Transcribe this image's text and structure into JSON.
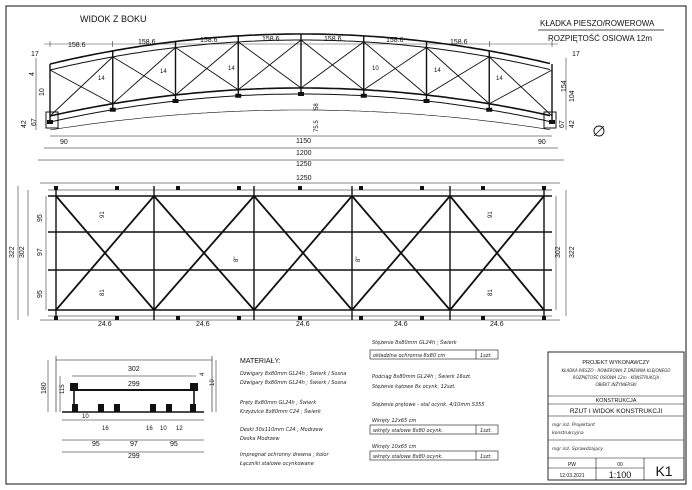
{
  "titles": {
    "side_view": "WIDOK Z BOKU",
    "project_name": "KŁADKA PIESZO/ROWEROWA",
    "span": "ROZPIĘTOŚĆ OSIOWA 12m"
  },
  "side_view": {
    "panel_dims": [
      "158.6",
      "158.6",
      "158.6",
      "158.6",
      "158.6",
      "158.6",
      "158.6"
    ],
    "end_small": "17",
    "left_heights": [
      "4",
      "10",
      "67",
      "42"
    ],
    "right_heights": [
      "154",
      "104",
      "67",
      "42"
    ],
    "diag_labels": [
      "14",
      "14",
      "14",
      "10",
      "14",
      "14"
    ],
    "center_labels": [
      "58",
      "75.5"
    ],
    "end_offset": "90",
    "overall_dims": [
      "1150",
      "1200",
      "1250"
    ]
  },
  "plan_view": {
    "top_dim": "1250",
    "panel_dims": [
      "24.6",
      "24.6",
      "24.6",
      "24.6",
      "24.6"
    ],
    "left_dims": [
      "95",
      "97",
      "95"
    ],
    "left_total": [
      "302",
      "322"
    ],
    "right_dims": [
      "302",
      "322"
    ],
    "diag_labels": [
      "91",
      "81",
      "8\"",
      "8\"",
      "91",
      "81"
    ]
  },
  "section": {
    "top_dims": [
      "302",
      "299"
    ],
    "left_heights": [
      "180",
      "115"
    ],
    "right_heights": [
      "4",
      "10"
    ],
    "inner_small": [
      "10",
      "16",
      "16",
      "10",
      "12"
    ],
    "bottom_dims": [
      "95",
      "97",
      "95",
      "299"
    ]
  },
  "materials": {
    "heading": "MATERIAŁY:",
    "lines": [
      "Dźwigary 8x80mm GL24h ; Świerk / Sosna",
      "Dźwigary 8x80mm GL24h ; Świerk / Sosna",
      "",
      "Pręty 8x80mm GL24h ; Świerk",
      "Krzyżulce 8x80mm C24 ; Świerk",
      "",
      "Deski 30x110mm C24 ; Modrzew",
      "Deska Modrzew",
      "",
      "Impregnat ochronny drewna ; kolor",
      "Łączniki stalowe ocynkowane"
    ]
  },
  "notes_right": {
    "top_lines": [
      "Stężenie 8x80mm GL24h ; Świerk"
    ],
    "box1": [
      "okładzina ochronna 8x80 cm",
      "1szt."
    ],
    "mid_lines": [
      "Podciąg 8x80mm GL24h ; Świerk 16szt.",
      "Stężenie kątowe 8x ocynk. 12szt.",
      "",
      "Stężenie prętowe - stal ocynk. 4/10mm S355"
    ],
    "box2_label": "Wkręty 12x65 cm",
    "box2": [
      "wkręty stalowe 8x80 ocynk.",
      "1szt."
    ],
    "box3_label": "Wkręty 10x65 cm",
    "box3": [
      "wkręty stalowe 8x80 ocynk.",
      "1szt."
    ]
  },
  "title_block": {
    "project_label": "PROJEKT WYKONAWCZY",
    "project_lines": [
      "KŁADKA PIESZO - ROWEROWA Z DREWNA KLEJONEGO",
      "ROZPIĘTOŚĆ OSIOWA 12m - KONSTRUKCJA",
      "OBIEKT INŻYNIERSKI"
    ],
    "branch": "KONSTRUKCJA",
    "sheet_title": "RZUT I WIDOK KONSTRUKCJI",
    "role1": "mgr inż. Projektant",
    "role1b": "konstrukcyjna",
    "role2": "mgr inż. Sprawdzający",
    "date_label": "PW",
    "date": "12.03.2021",
    "sheet_no_label": "00",
    "scale": "1:100",
    "drawing_no": "K1"
  }
}
